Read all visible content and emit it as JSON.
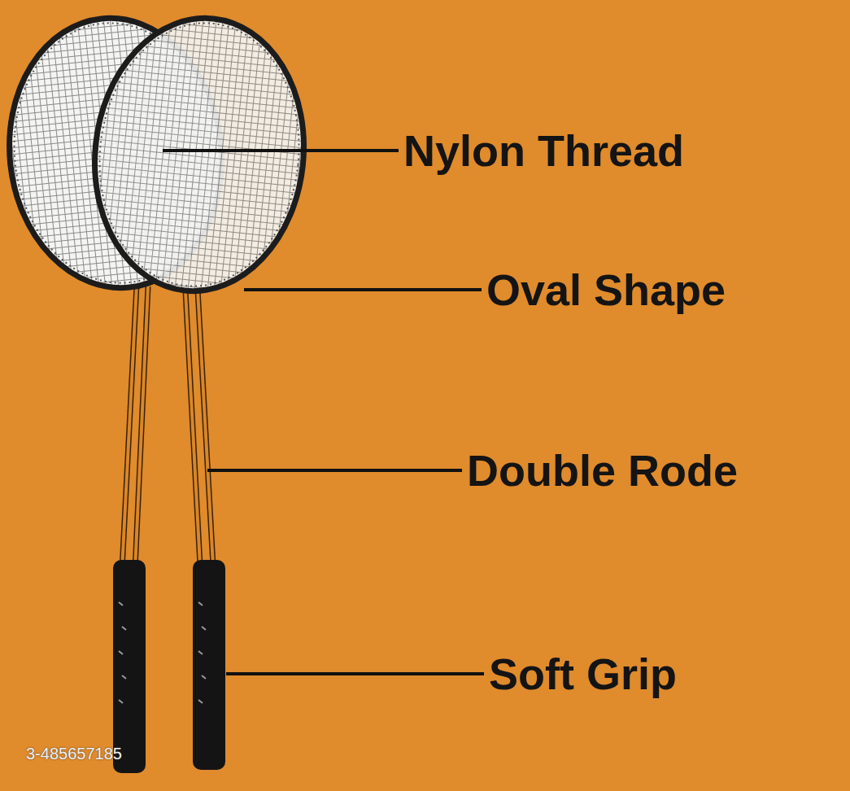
{
  "diagram": {
    "labels": [
      "Nylon Thread",
      "Oval Shape",
      "Double Rode",
      "Soft Grip",
      "3-485657185"
    ]
  }
}
